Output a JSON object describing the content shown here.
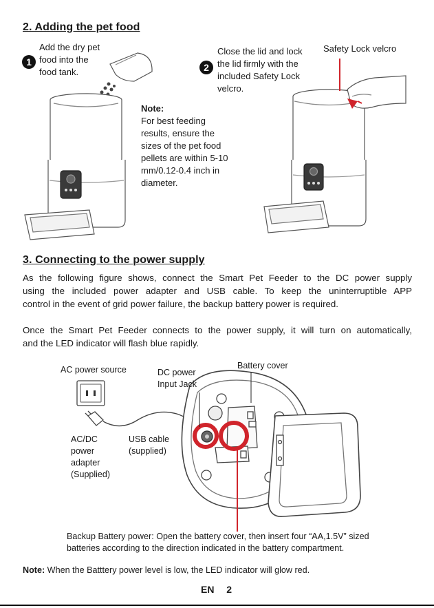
{
  "section2": {
    "heading": "2. Adding the pet food",
    "step1_number": "1",
    "step1_lines": [
      "Add the dry pet",
      "food into the",
      "food tank."
    ],
    "step2_number": "2",
    "step2_lines": [
      "Close the lid and lock",
      "the lid firmly with the",
      "included Safety Lock",
      "velcro."
    ],
    "safety_label": "Safety Lock velcro",
    "note_title": "Note:",
    "note_lines": [
      "For best feeding",
      "results, ensure the",
      "sizes of the pet food",
      "pellets are within 5-10",
      "mm/0.12-0.4 inch in",
      "diameter."
    ]
  },
  "section3": {
    "heading": "3.  Connecting to the power supply",
    "para1_lines": [
      "As the following figure shows, connect the Smart Pet Feeder to the DC power supply",
      "using the included power adapter and USB cable. To keep the uninterruptible APP",
      "control in the event of grid power failure, the backup battery power is required."
    ],
    "para2_lines": [
      "Once the Smart Pet Feeder connects to the power supply,  it will turn on automatically,",
      "and the LED indicator will flash blue rapidly."
    ],
    "labels": {
      "ac_source": "AC power source",
      "dc_jack": [
        "DC power",
        "Input Jack"
      ],
      "battery_cover": "Battery cover",
      "adapter": [
        "AC/DC",
        "power",
        "adapter",
        "(Supplied)"
      ],
      "usb": [
        "USB cable",
        "(supplied)"
      ]
    },
    "backup_lines": [
      "Backup Battery power: Open the battery cover, then insert four “AA,1.5V” sized",
      "batteries according to the direction indicated in the battery compartment."
    ],
    "note_title": "Note:",
    "note_text": " When the Batttery power level is low, the LED indicator will glow red."
  },
  "footer": {
    "lang": "EN",
    "page": "2"
  },
  "colors": {
    "accent_red": "#d0242b",
    "text": "#1a1a1a",
    "line": "#444444"
  }
}
